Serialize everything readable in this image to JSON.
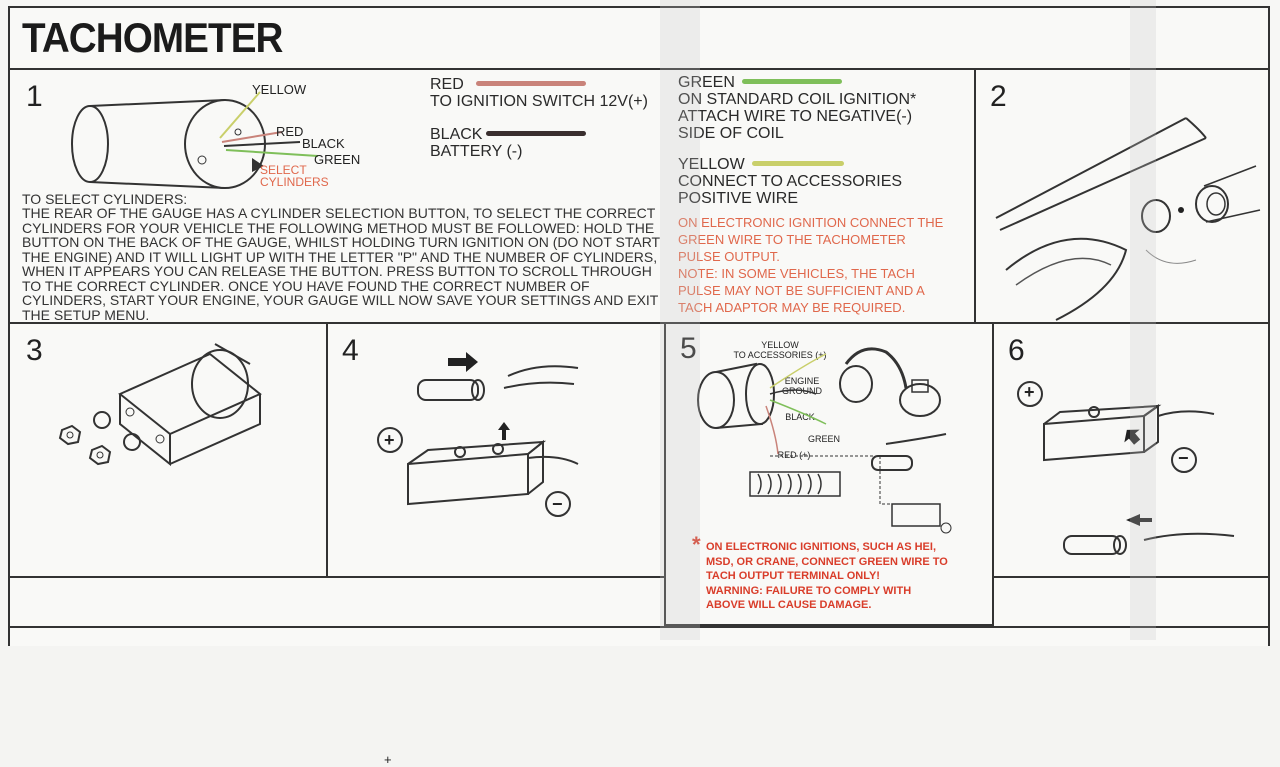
{
  "header": {
    "title": "TACHOMETER"
  },
  "panel1": {
    "number": "1",
    "gauge_labels": {
      "yellow": "YELLOW",
      "red": "RED",
      "black": "BLACK",
      "green": "GREEN",
      "select_cylinders": "SELECT\nCYLINDERS"
    },
    "instructions_heading": "TO SELECT CYLINDERS:",
    "instructions": [
      "THE REAR OF THE GAUGE HAS A CYLINDER SELECTION BUTTON, TO SELECT THE CORRECT",
      "CYLINDERS FOR YOUR VEHICLE THE FOLLOWING METHOD MUST BE FOLLOWED: HOLD THE",
      "BUTTON ON THE BACK OF THE GAUGE, WHILST HOLDING TURN IGNITION ON (DO NOT START",
      "THE ENGINE) AND IT WILL LIGHT UP WITH THE LETTER \"P\" AND THE NUMBER OF CYLINDERS,",
      "WHEN IT APPEARS YOU CAN RELEASE THE BUTTON. PRESS BUTTON TO SCROLL THROUGH",
      "TO THE CORRECT CYLINDER. ONCE YOU HAVE FOUND THE CORRECT NUMBER OF",
      "CYLINDERS, START YOUR ENGINE, YOUR GAUGE WILL NOW SAVE YOUR SETTINGS AND EXIT",
      "THE SETUP MENU."
    ],
    "wires": {
      "red": {
        "name": "RED",
        "desc": "TO IGNITION SWITCH 12V(+)",
        "color": "#c9837a"
      },
      "black": {
        "name": "BLACK",
        "desc": "BATTERY (-)",
        "color": "#3a2f2f"
      },
      "green": {
        "name": "GREEN",
        "desc_lines": [
          "ON STANDARD COIL IGNITION*",
          "ATTACH WIRE TO NEGATIVE(-)",
          "SIDE OF COIL"
        ],
        "color": "#7fbf5a"
      },
      "yellow": {
        "name": "YELLOW",
        "desc_lines": [
          "CONNECT TO ACCESSORIES",
          "POSITIVE WIRE"
        ],
        "color": "#c9cf6a"
      }
    },
    "electronic_note": [
      "ON ELECTRONIC IGNITION CONNECT THE",
      "GREEN WIRE TO THE TACHOMETER",
      "PULSE OUTPUT.",
      "NOTE: IN SOME VEHICLES, THE TACH",
      "PULSE MAY NOT BE SUFFICIENT AND A",
      "TACH ADAPTOR MAY BE REQUIRED."
    ]
  },
  "panel2": {
    "number": "2"
  },
  "panel3": {
    "number": "3"
  },
  "panel4": {
    "number": "4",
    "plus": "+",
    "minus": "−"
  },
  "panel5": {
    "number": "5",
    "labels": {
      "yellow": "YELLOW\nTO ACCESSORIES (+)",
      "engine_ground": "ENGINE\nGROUND",
      "black": "BLACK",
      "green": "GREEN",
      "red": "RED (+)"
    },
    "warning": [
      "ON ELECTRONIC IGNITIONS, SUCH AS HEI,",
      "MSD, OR CRANE, CONNECT GREEN WIRE TO",
      "TACH OUTPUT TERMINAL ONLY!",
      "WARNING: FAILURE TO COMPLY WITH",
      "ABOVE WILL CAUSE DAMAGE."
    ],
    "asterisk": "*"
  },
  "panel6": {
    "number": "6",
    "plus": "+",
    "minus": "−"
  },
  "colors": {
    "accent_red": "#e0684c",
    "warning_red": "#d93d2a",
    "border": "#333333"
  }
}
